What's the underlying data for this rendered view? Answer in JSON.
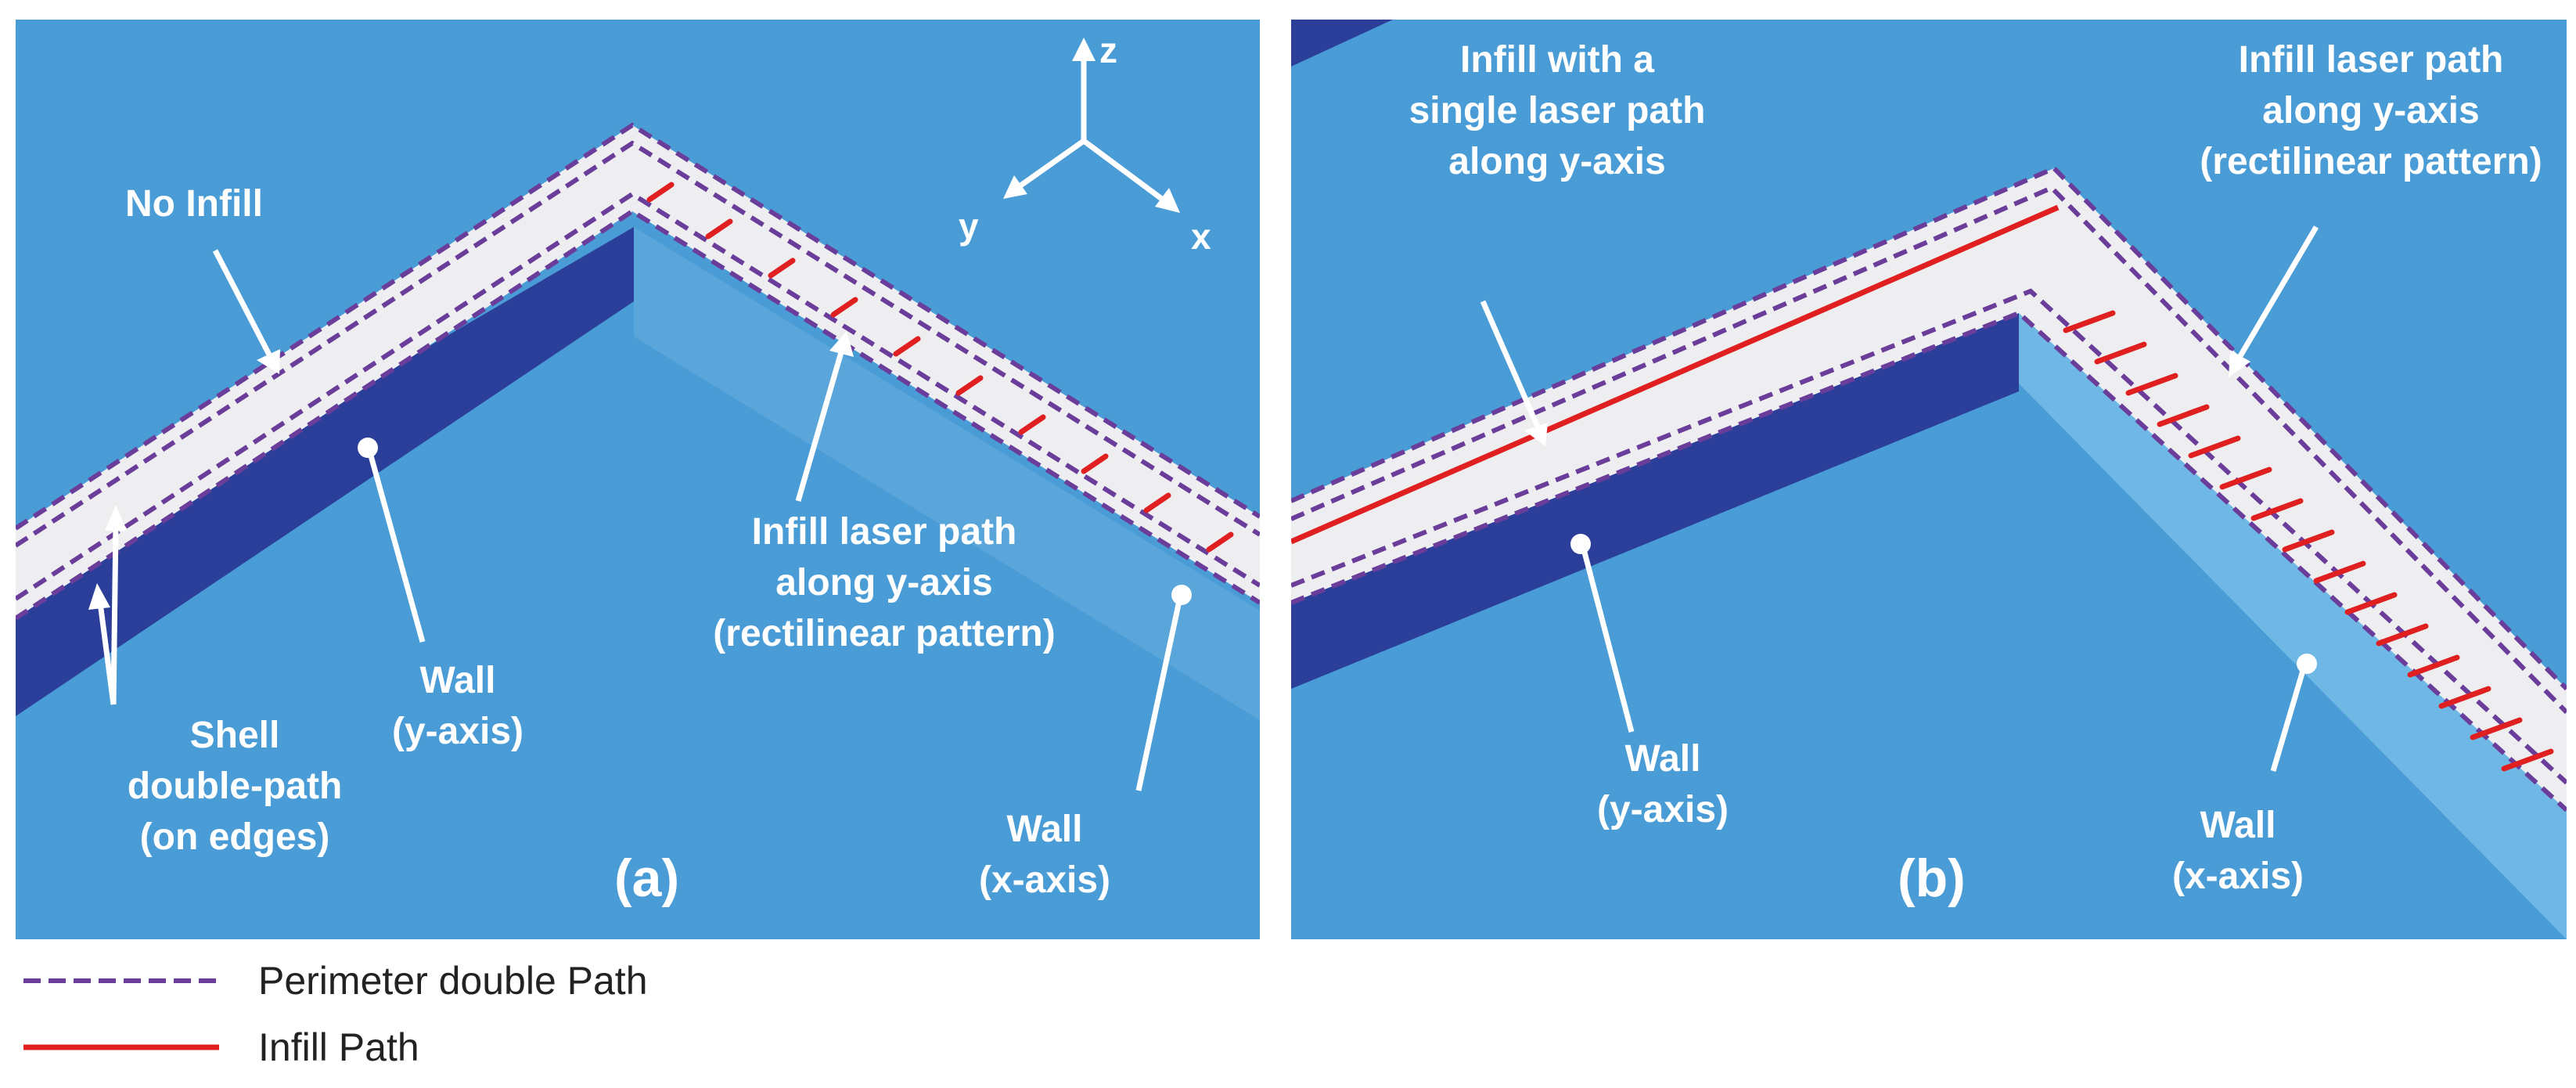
{
  "colors": {
    "background": "#4a9cd6",
    "wall_dark": "#2b3f9a",
    "wall_light": "#6fb8e6",
    "layer": "#eeeef0",
    "perimeter": "#6a3d9a",
    "infill": "#e02020",
    "text": "#ffffff"
  },
  "axes": {
    "z": "z",
    "y": "y",
    "x": "x"
  },
  "panel_a": {
    "tag": "(a)",
    "no_infill": "No Infill",
    "infill_l1": "Infill laser path",
    "infill_l2": "along y-axis",
    "infill_l3": "(rectilinear pattern)",
    "wall_y_l1": "Wall",
    "wall_y_l2": "(y-axis)",
    "shell_l1": "Shell",
    "shell_l2": "double-path",
    "shell_l3": "(on edges)",
    "wall_x_l1": "Wall",
    "wall_x_l2": "(x-axis)"
  },
  "panel_b": {
    "tag": "(b)",
    "single_l1": "Infill with a",
    "single_l2": "single laser path",
    "single_l3": "along y-axis",
    "infill_l1": "Infill laser path",
    "infill_l2": "along y-axis",
    "infill_l3": "(rectilinear pattern)",
    "wall_y_l1": "Wall",
    "wall_y_l2": "(y-axis)",
    "wall_x_l1": "Wall",
    "wall_x_l2": "(x-axis)"
  },
  "legend": {
    "perimeter": "Perimeter double Path",
    "infill": "Infill Path"
  }
}
